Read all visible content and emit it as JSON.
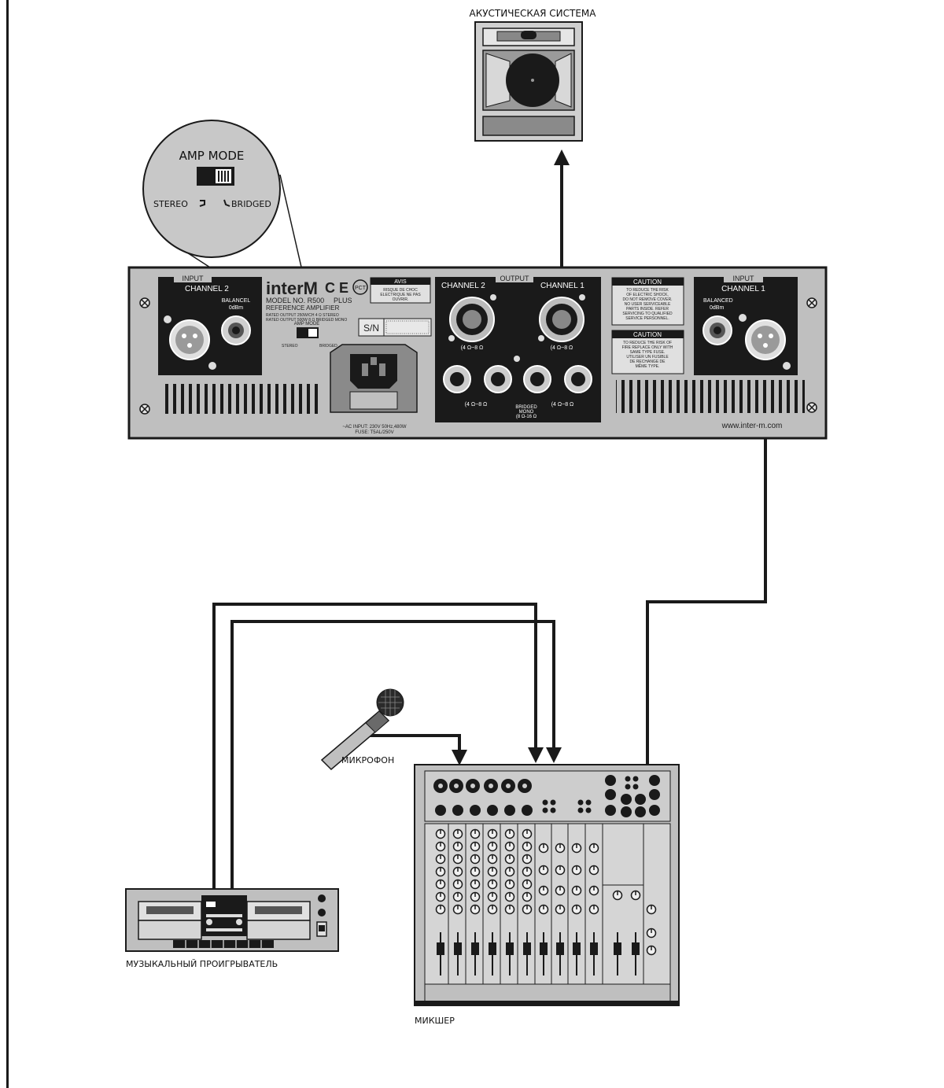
{
  "labels": {
    "speaker": "АКУСТИЧЕСКАЯ СИСТЕМА",
    "microphone": "МИКРОФОН",
    "player": "МУЗЫКАЛЬНЫЙ ПРОИГРЫВАТЕЛЬ",
    "mixer": "МИКШЕР"
  },
  "zoom": {
    "title": "AMP MODE",
    "stereo": "STEREO",
    "bridged": "BRIDGED"
  },
  "amp": {
    "brand": "interM",
    "ce": "C E",
    "pct": "PCT",
    "model": "MODEL NO. R500",
    "plus": "PLUS",
    "reference": "REFERENCE AMPLIFIER",
    "rated1": "RATED OUTPUT 250W/CH  4 Ω STEREO",
    "rated2": "RATED OUTPUT 500W 8 Ω BRIDGED MONO",
    "ampmode": "AMP MODE",
    "stereo": "STEREO",
    "bridged": "BRIDGED",
    "sn": "S/N",
    "avis_title": "AVIS",
    "avis_text": [
      "RISQUE DE CHOC",
      "ELECTRIQUE NE PAS",
      "OUVRIR."
    ],
    "ac1": "~AC INPUT: 230V 50Hz,480W",
    "ac2": "FUSE: T5AL/250V",
    "website": "www.inter-m.com",
    "input_left_title": "INPUT",
    "input_left_ch": "CHANNEL 2",
    "input_left_bal": "BALANCEL",
    "input_left_db": "0dBm",
    "input_right_title": "INPUT",
    "input_right_ch": "CHANNEL 1",
    "input_right_bal": "BALANCED",
    "input_right_db": "0dBm",
    "output_title": "OUTPUT",
    "output_ch2": "CHANNEL 2",
    "output_ch1": "CHANNEL 1",
    "ohm_left": "(4 Ω~8 Ω",
    "ohm_right": "(4 Ω~8 Ω",
    "bp_left": "(4 Ω~8 Ω",
    "bp_right": "(4 Ω~8 Ω",
    "bridged_mono1": "BRIDGED",
    "bridged_mono2": "MONO",
    "bridged_mono3": "(8 Ω-16 Ω",
    "caution1_title": "CAUTION",
    "caution1_text": [
      "TO  REDUCE THE RISK",
      "OF ELECTRIC SHOCK,",
      "DO NOT REMOVE COVER.",
      "NO USER SERVICEABLE",
      "PARTS   INSIDE. REFER",
      "SERVICING TO QUALIFIED",
      "SERVICE PERSONNEL."
    ],
    "caution2_title": "CAUTION",
    "caution2_text": [
      "TO  REDUCE THE RISK OF",
      "FIRE REPLACE ONLY WITH",
      "SAME TYPE FUSE.",
      "UTILISER UN FUSIBLE",
      "DE RECHANGE DE",
      "MÊME TYPE."
    ]
  }
}
